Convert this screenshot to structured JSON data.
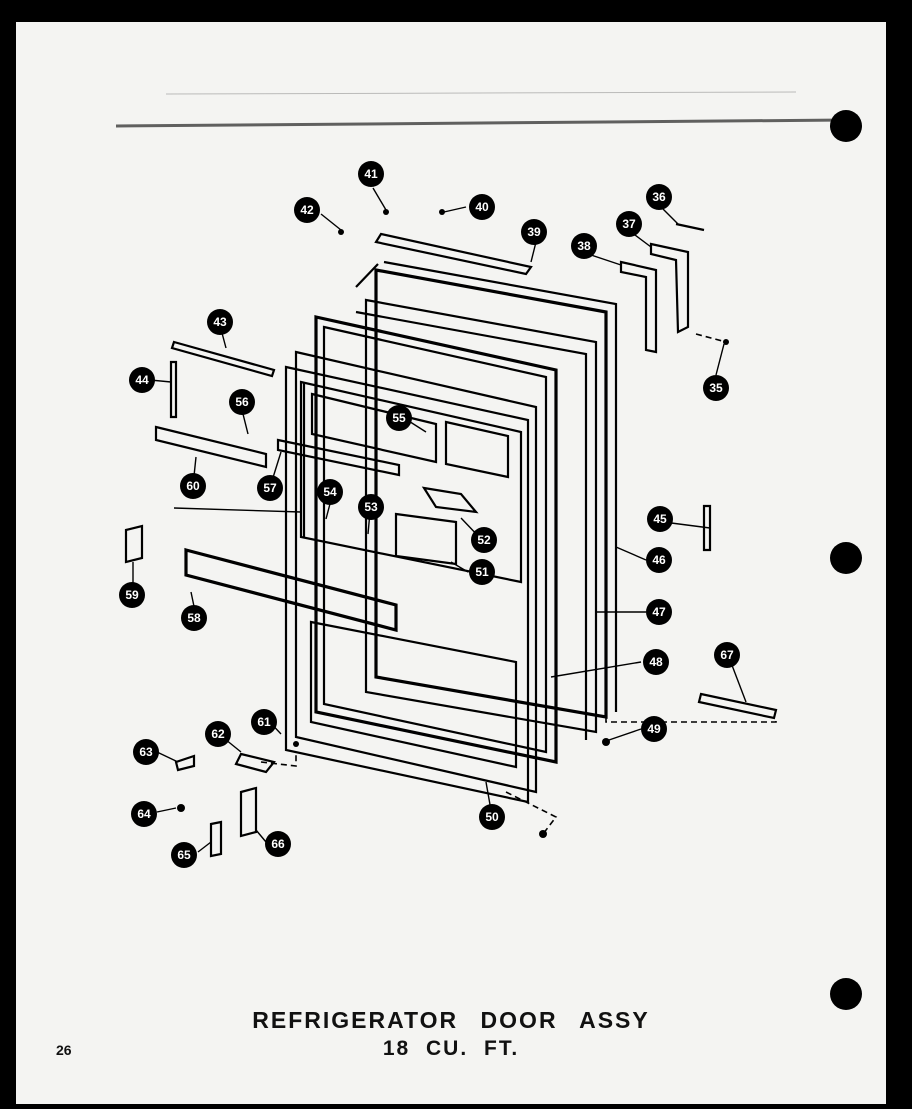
{
  "title": {
    "line1": "REFRIGERATOR DOOR ASSY",
    "line2": "18 CU. FT."
  },
  "page_number": "26",
  "callouts": [
    "35",
    "36",
    "37",
    "38",
    "39",
    "40",
    "41",
    "42",
    "43",
    "44",
    "45",
    "46",
    "47",
    "48",
    "49",
    "50",
    "51",
    "52",
    "53",
    "54",
    "55",
    "56",
    "57",
    "58",
    "59",
    "60",
    "61",
    "62",
    "63",
    "64",
    "65",
    "66",
    "67"
  ]
}
